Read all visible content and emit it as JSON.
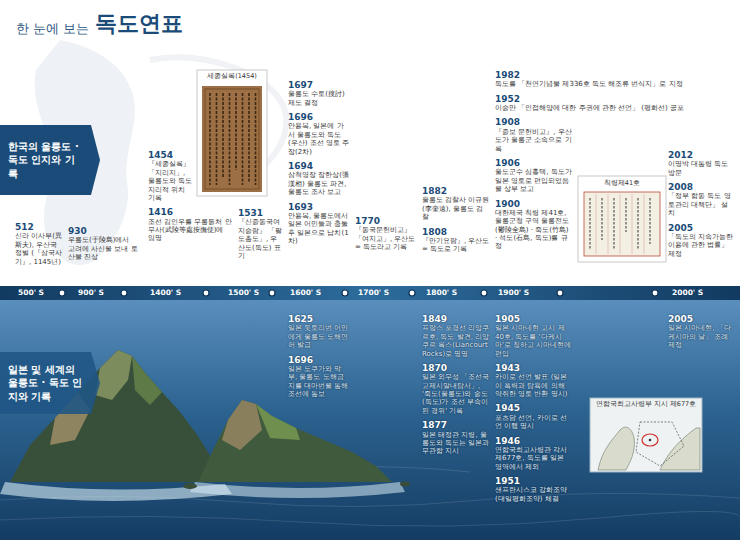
{
  "diagram": {
    "title": "독도연표",
    "nodes": [
      {
        "text": [
          "한국의 울릉도 · 독도 인지와 기록"
        ]
      },
      {
        "text": [
          "일본 및 세계의 울릉도 · 독도 인지와 기록"
        ]
      }
    ],
    "labels": [
      "한 눈에 보는",
      "500' S",
      "900' S",
      "1400' S",
      "1500' S",
      "1600' S",
      "1700' S",
      "1800' S",
      "1900' S",
      "2000' S",
      "512",
      "신라 이사부(異斯夫), 우산국 정벌 (『삼국사기』, 1145년)",
      "930",
      "우릉도(于陵島)에서 고려에 사신을 보내 토산물 진상",
      "1454",
      "『세종실록』 「지리지」, 울릉도와 독도 지리적 위치 기록",
      "1416",
      "조선 김인우를 무릉등처 안무사(武陵等處按撫使)에 임명",
      "세종실록(1454)",
      "1531",
      "『신증동국여지승람』 「팔도총도」, 우산도(독도) 표기",
      "1697",
      "울릉도 수토(搜討) 제도 결정",
      "1696",
      "안용복, 일본에 가서 울릉도와 독도(우산) 조선 영토 주장(2차)",
      "1694",
      "삼척영장 장한상(張漢相) 울릉도 파견, 울릉도 조사 보고",
      "1693",
      "안용복, 울릉도에서 일본 어민들과 충돌 후 일본으로 납치(1차)",
      "1770",
      "『동국문헌비고』 「여지고」, 우산도 = 독도라고 기록",
      "1882",
      "울릉도 검찰사 이규원(李奎遠), 울릉도 검찰",
      "1808",
      "『만기요람』, 우산도 = 독도로 기록",
      "1982",
      "독도를 「천연기념물 제336호 독도 해조류 번식지」로 지정",
      "1952",
      "이승만 「인접해양에 대한 주권에 관한 선언」 (평화선) 공포",
      "1908",
      "『증보 문헌비고』, 우산도가 울릉군 소속으로 기록",
      "1906",
      "울도군수 심흥택, 독도가 일본 영토로 편입되었음을 상부 보고",
      "1900",
      "대한제국 칙령 제41호, 울릉군청 구역 울릉전도(鬱陵全島) · 죽도(竹島) · 석도(石島, 독도)를 규정",
      "칙령제41호",
      "2012",
      "이명박 대통령 독도 방문",
      "2008",
      "「정부 합동 독도 영토관리 대책단」 설치",
      "2005",
      "「독도의 지속가능한 이용에 관한 법률」 제정",
      "1625",
      "일본 돗토리번 어민에게 울릉도 도해면허 발급",
      "1696",
      "일본 도쿠가와 막부, 울릉도 도해금지를 대마번을 통해 조선에 통보",
      "1849",
      "프랑스 포경선 리앙쿠르호, 독도 발견, 리앙쿠르 록스(Liancourt Rocks)로 명명",
      "1870",
      "일본 외무성 「조선국교제시말내탐서」, '죽도(울릉도)와 송도(독도)가 조선 부속이 된 경위' 기록",
      "1877",
      "일본 태정관 지령, 울릉도와 독도는 일본과 무관함 지시",
      "1905",
      "일본 시마네현 고시 제40호, 독도를 '다케시마'로 칭하고 시마네현에 편입",
      "1943",
      "카이로 선언 발표 (일본이 폭력과 탐욕에 의해 약취한 영토 반환 명시)",
      "1945",
      "포츠담 선언, 카이로 선언 이행 명시",
      "1946",
      "연합국최고사령관 각서 제677호, 독도를 일본 영역에서 제외",
      "1951",
      "샌프란시스코 강화조약 (대일평화조약) 체결",
      "연합국최고사령부 지시 제677호",
      "2005",
      "일본 시마네현, 「다케시마의 날」 조례 제정"
    ]
  }
}
